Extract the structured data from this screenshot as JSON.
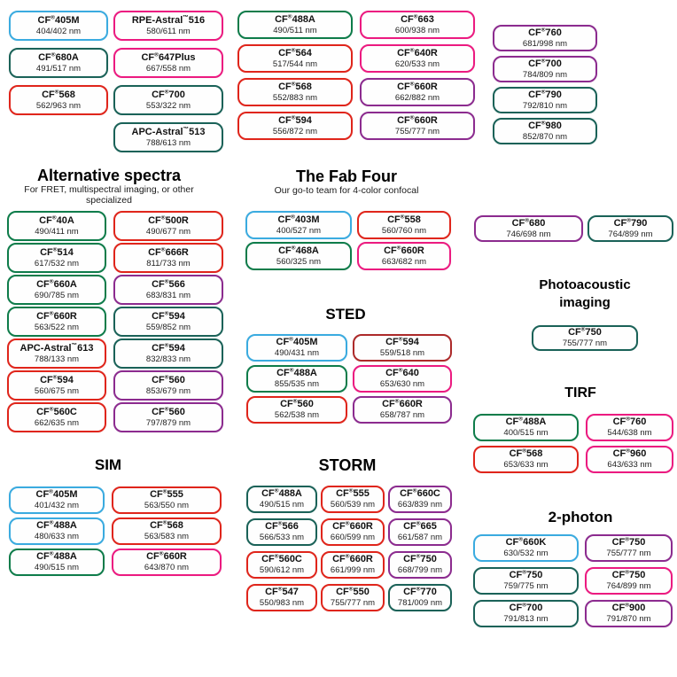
{
  "badge_colors": {
    "blue": "#3aabe0",
    "green": "#0e7c4a",
    "teal": "#1a6258",
    "red": "#e0251b",
    "pink": "#ec1a80",
    "purple": "#8c2b8f",
    "crimson": "#ad2a2a"
  },
  "top": {
    "col_a": [
      {
        "name": "CF®405M",
        "ex_em": "404/402 nm",
        "color": "blue"
      },
      {
        "name": "CF®680A",
        "ex_em": "491/517 nm",
        "color": "teal"
      },
      {
        "name": "CF®568",
        "ex_em": "562/963 nm",
        "color": "red"
      }
    ],
    "col_b": [
      {
        "name": "RPE-Astral™516",
        "ex_em": "580/611 nm",
        "color": "pink"
      },
      {
        "name": "CF®647Plus",
        "ex_em": "667/558 nm",
        "color": "pink"
      },
      {
        "name": "CF®700",
        "ex_em": "553/322 nm",
        "color": "teal"
      },
      {
        "name": "APC-Astral™513",
        "ex_em": "788/613 nm",
        "color": "teal"
      }
    ],
    "col_c": [
      {
        "name": "CF®488A",
        "ex_em": "490/511 nm",
        "color": "green"
      },
      {
        "name": "CF®564",
        "ex_em": "517/544 nm",
        "color": "red"
      },
      {
        "name": "CF®568",
        "ex_em": "552/883 nm",
        "color": "red"
      },
      {
        "name": "CF®594",
        "ex_em": "556/872 nm",
        "color": "red"
      }
    ],
    "col_d": [
      {
        "name": "CF®663",
        "ex_em": "600/938 nm",
        "color": "pink"
      },
      {
        "name": "CF®640R",
        "ex_em": "620/533 nm",
        "color": "pink"
      },
      {
        "name": "CF®660R",
        "ex_em": "662/882 nm",
        "color": "purple"
      },
      {
        "name": "CF®660R",
        "ex_em": "755/777 nm",
        "color": "purple"
      }
    ],
    "col_e": [
      {
        "name": "CF®760",
        "ex_em": "681/998 nm",
        "color": "purple"
      },
      {
        "name": "CF®700",
        "ex_em": "784/809 nm",
        "color": "purple"
      },
      {
        "name": "CF®790",
        "ex_em": "792/810 nm",
        "color": "teal"
      },
      {
        "name": "CF®980",
        "ex_em": "852/870 nm",
        "color": "teal"
      }
    ]
  },
  "sections": {
    "alternative": {
      "title": "Alternative spectra",
      "subtitle": "For FRET, multispectral imaging, or other specialized",
      "left": [
        {
          "name": "CF®40A",
          "ex_em": "490/411 nm",
          "color": "green"
        },
        {
          "name": "CF®514",
          "ex_em": "617/532 nm",
          "color": "green"
        },
        {
          "name": "CF®660A",
          "ex_em": "690/785 nm",
          "color": "green"
        },
        {
          "name": "CF®660R",
          "ex_em": "563/522 nm",
          "color": "green"
        },
        {
          "name": "APC-Astral™613",
          "ex_em": "788/133 nm",
          "color": "red"
        },
        {
          "name": "CF®594",
          "ex_em": "560/675 nm",
          "color": "red"
        },
        {
          "name": "CF®560C",
          "ex_em": "662/635 nm",
          "color": "red"
        }
      ],
      "right": [
        {
          "name": "CF®500R",
          "ex_em": "490/677 nm",
          "color": "red"
        },
        {
          "name": "CF®666R",
          "ex_em": "811/733 nm",
          "color": "red"
        },
        {
          "name": "CF®566",
          "ex_em": "683/831 nm",
          "color": "purple"
        },
        {
          "name": "CF®594",
          "ex_em": "559/852 nm",
          "color": "teal"
        },
        {
          "name": "CF®594",
          "ex_em": "832/833 nm",
          "color": "teal"
        },
        {
          "name": "CF®560",
          "ex_em": "853/679 nm",
          "color": "purple"
        },
        {
          "name": "CF®560",
          "ex_em": "797/879 nm",
          "color": "purple"
        }
      ]
    },
    "fab_four": {
      "title": "The Fab Four",
      "subtitle": "Our go-to team for 4-color confocal",
      "left": [
        {
          "name": "CF®403M",
          "ex_em": "400/527 nm",
          "color": "blue"
        },
        {
          "name": "CF®468A",
          "ex_em": "560/325 nm",
          "color": "green"
        }
      ],
      "right": [
        {
          "name": "CF®558",
          "ex_em": "560/760 nm",
          "color": "red"
        },
        {
          "name": "CF®660R",
          "ex_em": "663/682 nm",
          "color": "pink"
        }
      ]
    },
    "sted": {
      "title": "STED",
      "left": [
        {
          "name": "CF®405M",
          "ex_em": "490/431 nm",
          "color": "blue"
        },
        {
          "name": "CF®488A",
          "ex_em": "855/535 nm",
          "color": "green"
        },
        {
          "name": "CF®560",
          "ex_em": "562/538 nm",
          "color": "red"
        }
      ],
      "right": [
        {
          "name": "CF®594",
          "ex_em": "559/518 nm",
          "color": "crimson"
        },
        {
          "name": "CF®640",
          "ex_em": "653/630 nm",
          "color": "pink"
        },
        {
          "name": "CF®660R",
          "ex_em": "658/787 nm",
          "color": "purple"
        }
      ]
    },
    "sim": {
      "title": "SIM",
      "left": [
        {
          "name": "CF®405M",
          "ex_em": "401/432 nm",
          "color": "blue"
        },
        {
          "name": "CF®488A",
          "ex_em": "480/633 nm",
          "color": "blue"
        },
        {
          "name": "CF®488A",
          "ex_em": "490/515 nm",
          "color": "green"
        }
      ],
      "right": [
        {
          "name": "CF®555",
          "ex_em": "563/550 nm",
          "color": "red"
        },
        {
          "name": "CF®568",
          "ex_em": "563/583 nm",
          "color": "red"
        },
        {
          "name": "CF®660R",
          "ex_em": "643/870 nm",
          "color": "pink"
        }
      ]
    },
    "storm": {
      "title": "STORM",
      "col1": [
        {
          "name": "CF®488A",
          "ex_em": "490/515 nm",
          "color": "teal"
        },
        {
          "name": "CF®566",
          "ex_em": "566/533 nm",
          "color": "teal"
        },
        {
          "name": "CF®560C",
          "ex_em": "590/612 nm",
          "color": "red"
        },
        {
          "name": "CF®547",
          "ex_em": "550/983 nm",
          "color": "red"
        }
      ],
      "col2": [
        {
          "name": "CF®555",
          "ex_em": "560/539 nm",
          "color": "red"
        },
        {
          "name": "CF®660R",
          "ex_em": "660/599 nm",
          "color": "red"
        },
        {
          "name": "CF®660R",
          "ex_em": "661/999 nm",
          "color": "red"
        },
        {
          "name": "CF®550",
          "ex_em": "755/777 nm",
          "color": "red"
        }
      ],
      "col3": [
        {
          "name": "CF®660C",
          "ex_em": "663/839 nm",
          "color": "purple"
        },
        {
          "name": "CF®665",
          "ex_em": "661/587 nm",
          "color": "purple"
        },
        {
          "name": "CF®750",
          "ex_em": "668/799 nm",
          "color": "purple"
        },
        {
          "name": "CF®770",
          "ex_em": "781/009 nm",
          "color": "teal"
        }
      ]
    },
    "nir_pair": {
      "left": [
        {
          "name": "CF®680",
          "ex_em": "746/698 nm",
          "color": "purple"
        }
      ],
      "right": [
        {
          "name": "CF®790",
          "ex_em": "764/899 nm",
          "color": "teal"
        }
      ]
    },
    "photoacoustic": {
      "title": "Photoacoustic imaging",
      "badges": [
        {
          "name": "CF®750",
          "ex_em": "755/777 nm",
          "color": "teal"
        }
      ]
    },
    "tirf": {
      "title": "TIRF",
      "left": [
        {
          "name": "CF®488A",
          "ex_em": "400/515 nm",
          "color": "green"
        },
        {
          "name": "CF®568",
          "ex_em": "653/633 nm",
          "color": "red"
        }
      ],
      "right": [
        {
          "name": "CF®760",
          "ex_em": "544/638 nm",
          "color": "pink"
        },
        {
          "name": "CF®960",
          "ex_em": "643/633 nm",
          "color": "pink"
        }
      ]
    },
    "two_photon": {
      "title": "2-photon",
      "left": [
        {
          "name": "CF®660K",
          "ex_em": "630/532 nm",
          "color": "blue"
        },
        {
          "name": "CF®750",
          "ex_em": "759/775 nm",
          "color": "teal"
        },
        {
          "name": "CF®700",
          "ex_em": "791/813 nm",
          "color": "teal"
        }
      ],
      "right": [
        {
          "name": "CF®750",
          "ex_em": "755/777 nm",
          "color": "purple"
        },
        {
          "name": "CF®750",
          "ex_em": "764/899 nm",
          "color": "pink"
        },
        {
          "name": "CF®900",
          "ex_em": "791/870 nm",
          "color": "purple"
        }
      ]
    }
  }
}
